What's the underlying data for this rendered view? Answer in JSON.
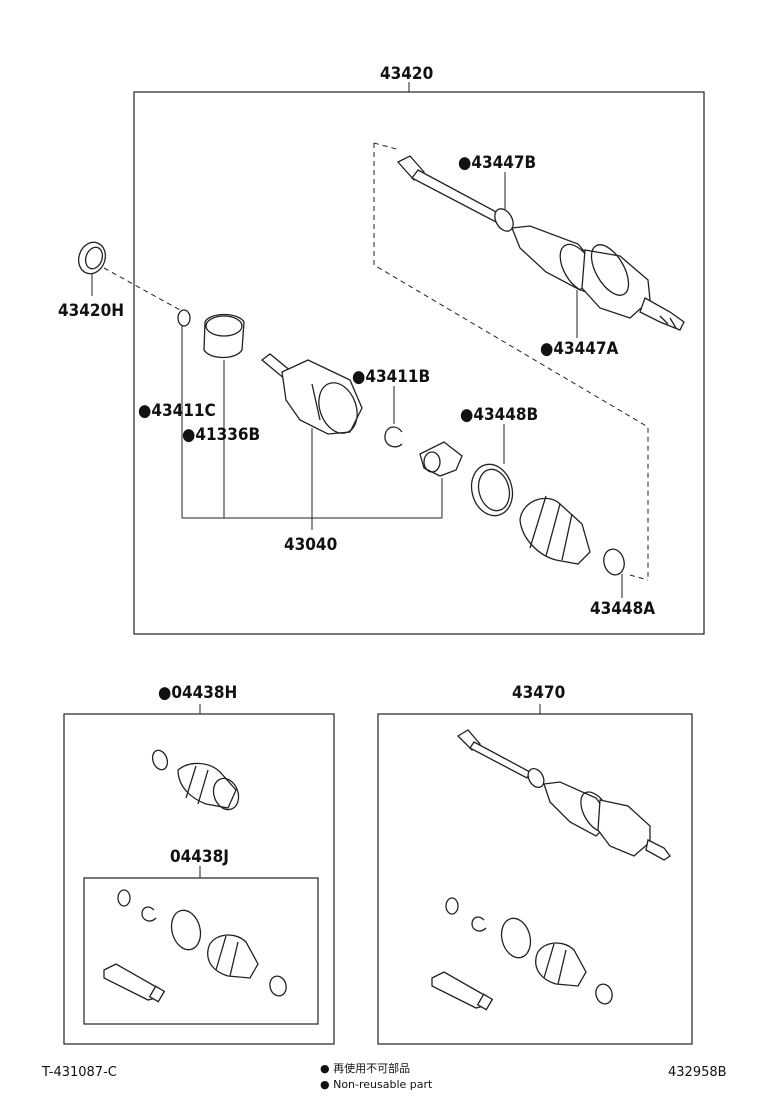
{
  "diagram": {
    "assembly_main": "43420",
    "labels": {
      "l43447B": "●43447B",
      "l43447A": "●43447A",
      "l43420H": "43420H",
      "l43411B": "●43411B",
      "l43411C": "●43411C",
      "l41336B": "●41336B",
      "l43448B": "●43448B",
      "l43040": "43040",
      "l43448A": "43448A",
      "l04438H": "●04438H",
      "l04438J": "04438J",
      "l43470": "43470"
    },
    "footer": {
      "left_code": "T-431087-C",
      "legend_cn": "● 再使用不可部品",
      "legend_en": "● Non-reusable part",
      "right_code": "432958B"
    }
  }
}
